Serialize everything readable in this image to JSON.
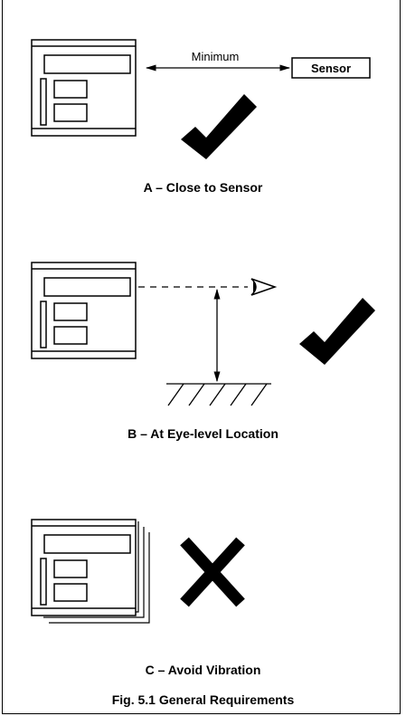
{
  "panels": {
    "a": {
      "caption": "A – Close to Sensor",
      "distance_label": "Minimum",
      "sensor_label": "Sensor",
      "verdict": "checkmark"
    },
    "b": {
      "caption": "B – At Eye-level Location",
      "verdict": "checkmark"
    },
    "c": {
      "caption": "C – Avoid Vibration",
      "verdict": "cross"
    }
  },
  "figure": {
    "title": "Fig. 5.1 General Requirements"
  }
}
